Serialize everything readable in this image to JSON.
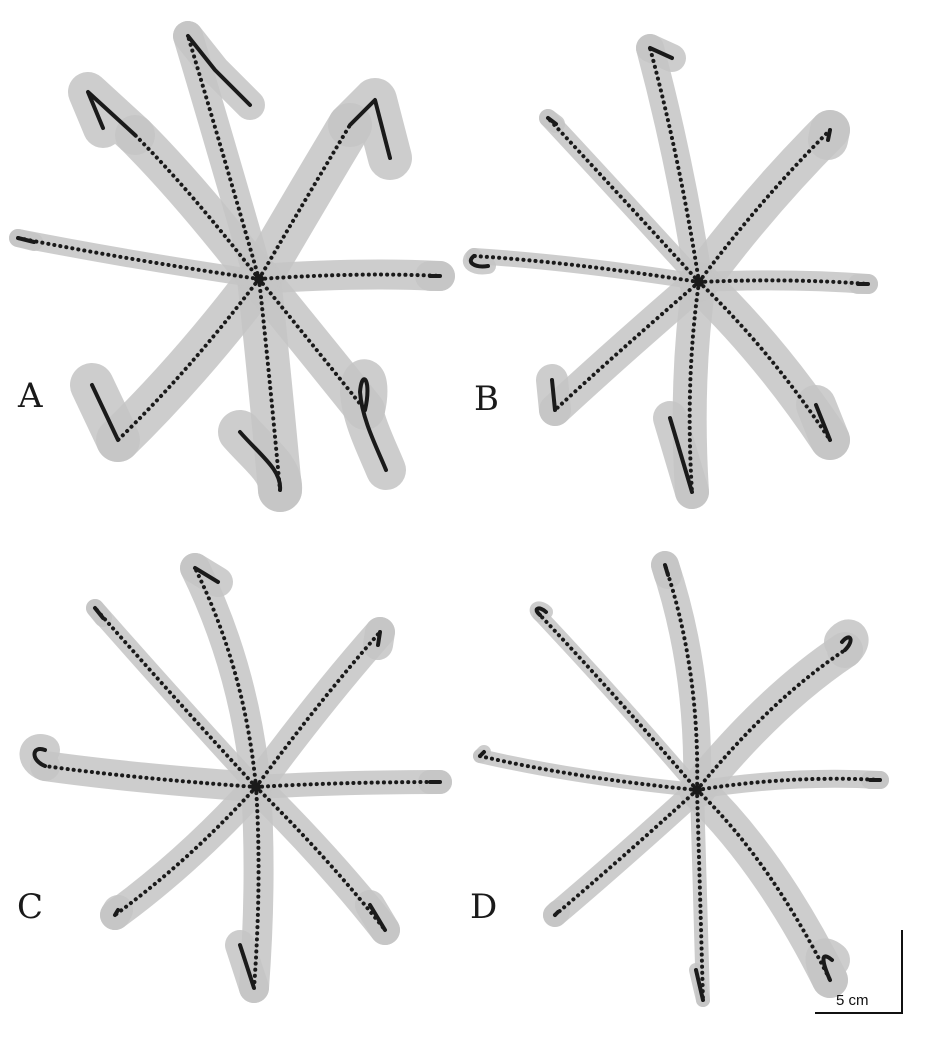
{
  "panels": [
    {
      "label": "A"
    },
    {
      "label": "B"
    },
    {
      "label": "C"
    },
    {
      "label": "D"
    }
  ],
  "scale_bar": {
    "label": "5 cm"
  },
  "colors": {
    "trajectory": "#1a1a1a",
    "shading": "#c4c4c4",
    "background": "#ffffff"
  }
}
